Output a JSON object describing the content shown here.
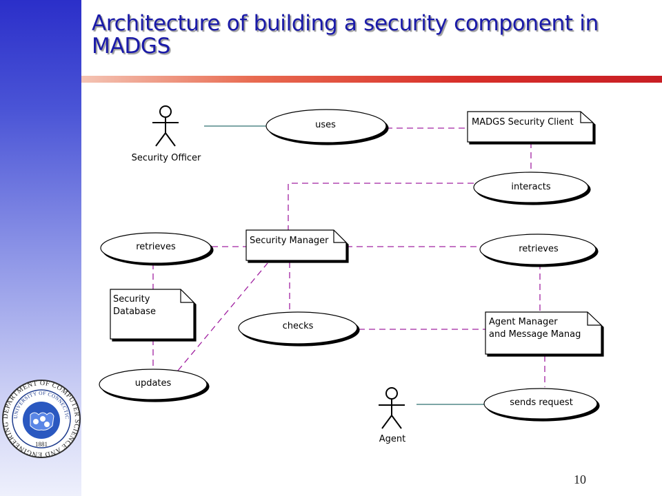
{
  "title": "Architecture of building a security component in MADGS",
  "page_number": "10",
  "logo_text": {
    "outer": "DEPARTMENT OF COMPUTER SCIENCE AND ENGINEERING",
    "inner": "UNIVERSITY OF CONNECTICUT",
    "year": "1881"
  },
  "diagram": {
    "actors": {
      "security_officer": "Security Officer",
      "agent": "Agent"
    },
    "use_cases": {
      "uses": "uses",
      "interacts": "interacts",
      "retrieves_left": "retrieves",
      "retrieves_right": "retrieves",
      "checks": "checks",
      "updates": "updates",
      "sends_request": "sends request"
    },
    "components": {
      "security_client": "MADGS Security Client",
      "security_manager": "Security Manager",
      "security_database": [
        "Security",
        "Database"
      ],
      "agent_manager": [
        "Agent Manager",
        "and Message Manag"
      ]
    }
  },
  "colors": {
    "title": "#1a1aa8",
    "dashed_line": "#a020a0",
    "solid_line": "#2f6f6f"
  }
}
